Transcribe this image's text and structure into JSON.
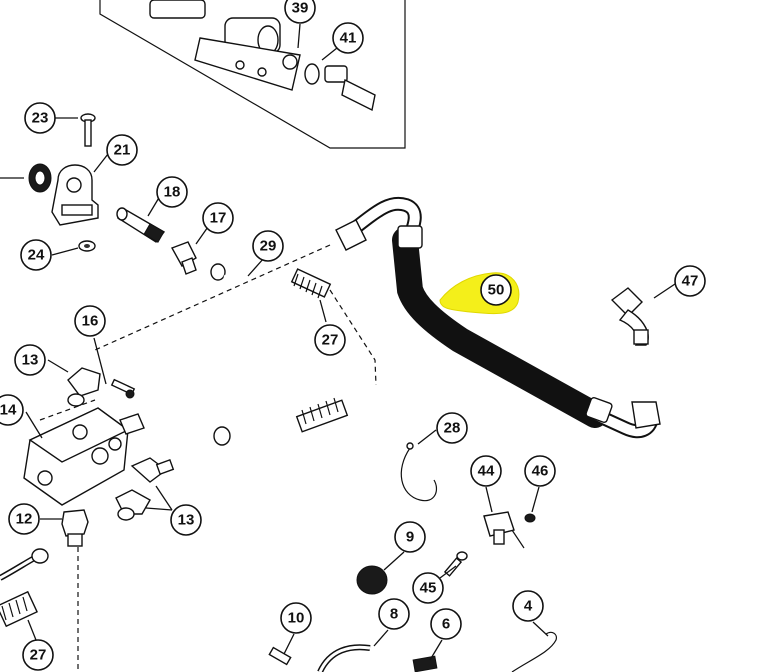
{
  "callouts": {
    "c39": "39",
    "c41": "41",
    "c23": "23",
    "c21": "21",
    "c18": "18",
    "c17": "17",
    "c24": "24",
    "c29": "29",
    "c50": "50",
    "c47": "47",
    "c27a": "27",
    "c16": "16",
    "c13a": "13",
    "c14": "14",
    "c28": "28",
    "c44": "44",
    "c46": "46",
    "c12": "12",
    "c13b": "13",
    "c9": "9",
    "c45": "45",
    "c10": "10",
    "c8": "8",
    "c6": "6",
    "c4": "4",
    "c27b": "27"
  },
  "highlight": {
    "callout": "50",
    "color": "#f4ef1a"
  }
}
